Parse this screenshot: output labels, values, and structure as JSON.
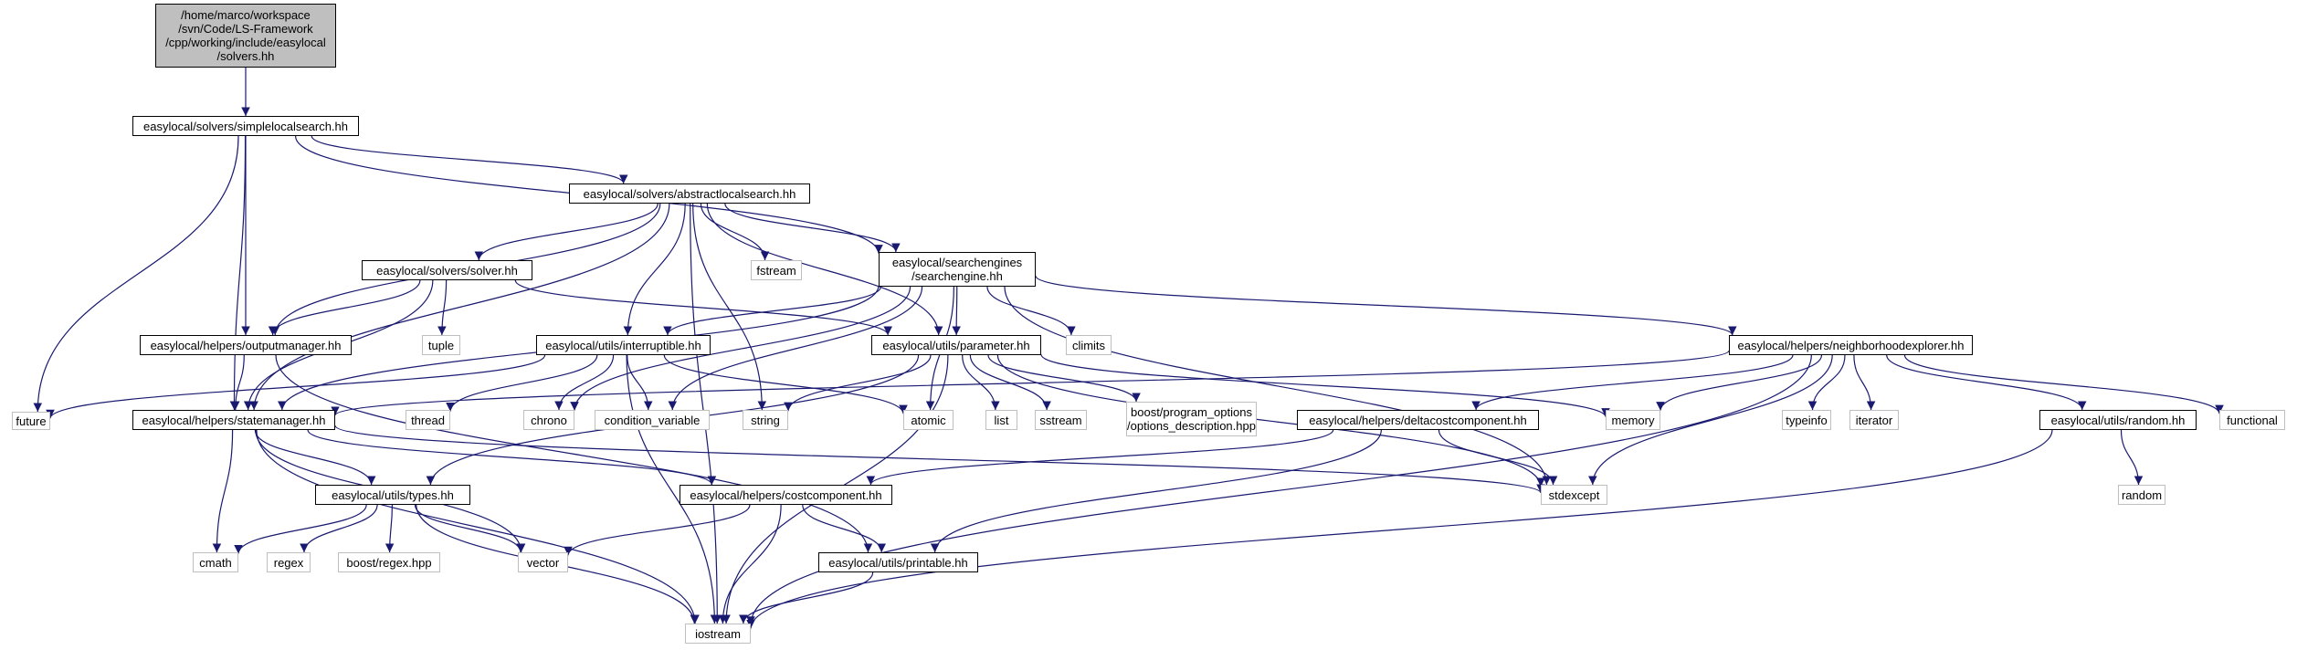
{
  "title": "solvers.hh include dependency graph",
  "edge_color": "#191970",
  "nodes": [
    {
      "id": "root",
      "label": "/home/marco/workspace\n/svn/Code/LS-Framework\n/cpp/working/include/easylocal\n/solvers.hh",
      "kind": "root"
    },
    {
      "id": "simplelocalsearch",
      "label": "easylocal/solvers/simplelocalsearch.hh",
      "kind": "internal"
    },
    {
      "id": "abstractlocalsearch",
      "label": "easylocal/solvers/abstractlocalsearch.hh",
      "kind": "internal"
    },
    {
      "id": "future",
      "label": "future",
      "kind": "external"
    },
    {
      "id": "statemanager",
      "label": "easylocal/helpers/statemanager.hh",
      "kind": "internal"
    },
    {
      "id": "outputmanager",
      "label": "easylocal/helpers/outputmanager.hh",
      "kind": "internal"
    },
    {
      "id": "searchengine",
      "label": "easylocal/searchengines\n/searchengine.hh",
      "kind": "internal"
    },
    {
      "id": "solver",
      "label": "easylocal/solvers/solver.hh",
      "kind": "internal"
    },
    {
      "id": "interruptible",
      "label": "easylocal/utils/interruptible.hh",
      "kind": "internal"
    },
    {
      "id": "fstream",
      "label": "fstream",
      "kind": "external"
    },
    {
      "id": "parameter",
      "label": "easylocal/utils/parameter.hh",
      "kind": "internal"
    },
    {
      "id": "tuple",
      "label": "tuple",
      "kind": "external"
    },
    {
      "id": "climits",
      "label": "climits",
      "kind": "external"
    },
    {
      "id": "neighborhoodexplorer",
      "label": "easylocal/helpers/neighborhoodexplorer.hh",
      "kind": "internal"
    },
    {
      "id": "thread",
      "label": "thread",
      "kind": "external"
    },
    {
      "id": "chrono",
      "label": "chrono",
      "kind": "external"
    },
    {
      "id": "condition_variable",
      "label": "condition_variable",
      "kind": "external"
    },
    {
      "id": "string",
      "label": "string",
      "kind": "external"
    },
    {
      "id": "atomic",
      "label": "atomic",
      "kind": "external"
    },
    {
      "id": "list",
      "label": "list",
      "kind": "external"
    },
    {
      "id": "sstream",
      "label": "sstream",
      "kind": "external"
    },
    {
      "id": "options_description",
      "label": "boost/program_options\n/options_description.hpp",
      "kind": "external"
    },
    {
      "id": "memory",
      "label": "memory",
      "kind": "external"
    },
    {
      "id": "deltacostcomponent",
      "label": "easylocal/helpers/deltacostcomponent.hh",
      "kind": "internal"
    },
    {
      "id": "typeinfo",
      "label": "typeinfo",
      "kind": "external"
    },
    {
      "id": "iterator",
      "label": "iterator",
      "kind": "external"
    },
    {
      "id": "random_hh",
      "label": "easylocal/utils/random.hh",
      "kind": "internal"
    },
    {
      "id": "functional",
      "label": "functional",
      "kind": "external"
    },
    {
      "id": "types",
      "label": "easylocal/utils/types.hh",
      "kind": "internal"
    },
    {
      "id": "costcomponent",
      "label": "easylocal/helpers/costcomponent.hh",
      "kind": "internal"
    },
    {
      "id": "stdexcept",
      "label": "stdexcept",
      "kind": "external"
    },
    {
      "id": "random",
      "label": "random",
      "kind": "external"
    },
    {
      "id": "cmath",
      "label": "cmath",
      "kind": "external"
    },
    {
      "id": "regex",
      "label": "regex",
      "kind": "external"
    },
    {
      "id": "regex_hpp",
      "label": "boost/regex.hpp",
      "kind": "external"
    },
    {
      "id": "vector",
      "label": "vector",
      "kind": "external"
    },
    {
      "id": "printable",
      "label": "easylocal/utils/printable.hh",
      "kind": "internal"
    },
    {
      "id": "iostream",
      "label": "iostream",
      "kind": "external"
    }
  ],
  "edges": [
    [
      "root",
      "simplelocalsearch"
    ],
    [
      "simplelocalsearch",
      "abstractlocalsearch"
    ],
    [
      "simplelocalsearch",
      "future"
    ],
    [
      "simplelocalsearch",
      "statemanager"
    ],
    [
      "simplelocalsearch",
      "outputmanager"
    ],
    [
      "simplelocalsearch",
      "searchengine"
    ],
    [
      "abstractlocalsearch",
      "statemanager"
    ],
    [
      "abstractlocalsearch",
      "outputmanager"
    ],
    [
      "abstractlocalsearch",
      "solver"
    ],
    [
      "abstractlocalsearch",
      "interruptible"
    ],
    [
      "abstractlocalsearch",
      "string"
    ],
    [
      "abstractlocalsearch",
      "fstream"
    ],
    [
      "abstractlocalsearch",
      "searchengine"
    ],
    [
      "abstractlocalsearch",
      "parameter"
    ],
    [
      "abstractlocalsearch",
      "iostream"
    ],
    [
      "solver",
      "outputmanager"
    ],
    [
      "solver",
      "statemanager"
    ],
    [
      "solver",
      "tuple"
    ],
    [
      "solver",
      "parameter"
    ],
    [
      "outputmanager",
      "statemanager"
    ],
    [
      "outputmanager",
      "printable"
    ],
    [
      "searchengine",
      "statemanager"
    ],
    [
      "searchengine",
      "interruptible"
    ],
    [
      "searchengine",
      "parameter"
    ],
    [
      "searchengine",
      "climits"
    ],
    [
      "searchengine",
      "atomic"
    ],
    [
      "searchengine",
      "condition_variable"
    ],
    [
      "searchengine",
      "chrono"
    ],
    [
      "searchengine",
      "stdexcept"
    ],
    [
      "searchengine",
      "neighborhoodexplorer"
    ],
    [
      "interruptible",
      "future"
    ],
    [
      "interruptible",
      "thread"
    ],
    [
      "interruptible",
      "chrono"
    ],
    [
      "interruptible",
      "condition_variable"
    ],
    [
      "interruptible",
      "atomic"
    ],
    [
      "interruptible",
      "iostream"
    ],
    [
      "parameter",
      "string"
    ],
    [
      "parameter",
      "list"
    ],
    [
      "parameter",
      "sstream"
    ],
    [
      "parameter",
      "options_description"
    ],
    [
      "parameter",
      "memory"
    ],
    [
      "parameter",
      "stdexcept"
    ],
    [
      "parameter",
      "types"
    ],
    [
      "parameter",
      "iostream"
    ],
    [
      "neighborhoodexplorer",
      "statemanager"
    ],
    [
      "neighborhoodexplorer",
      "memory"
    ],
    [
      "neighborhoodexplorer",
      "deltacostcomponent"
    ],
    [
      "neighborhoodexplorer",
      "typeinfo"
    ],
    [
      "neighborhoodexplorer",
      "iterator"
    ],
    [
      "neighborhoodexplorer",
      "random_hh"
    ],
    [
      "neighborhoodexplorer",
      "functional"
    ],
    [
      "neighborhoodexplorer",
      "stdexcept"
    ],
    [
      "neighborhoodexplorer",
      "iostream"
    ],
    [
      "statemanager",
      "types"
    ],
    [
      "statemanager",
      "costcomponent"
    ],
    [
      "statemanager",
      "stdexcept"
    ],
    [
      "statemanager",
      "vector"
    ],
    [
      "statemanager",
      "cmath"
    ],
    [
      "statemanager",
      "iostream"
    ],
    [
      "deltacostcomponent",
      "costcomponent"
    ],
    [
      "deltacostcomponent",
      "stdexcept"
    ],
    [
      "deltacostcomponent",
      "printable"
    ],
    [
      "types",
      "cmath"
    ],
    [
      "types",
      "regex"
    ],
    [
      "types",
      "regex_hpp"
    ],
    [
      "types",
      "vector"
    ],
    [
      "types",
      "iostream"
    ],
    [
      "costcomponent",
      "vector"
    ],
    [
      "costcomponent",
      "printable"
    ],
    [
      "costcomponent",
      "iostream"
    ],
    [
      "printable",
      "iostream"
    ],
    [
      "random_hh",
      "random"
    ],
    [
      "random_hh",
      "iostream"
    ]
  ]
}
